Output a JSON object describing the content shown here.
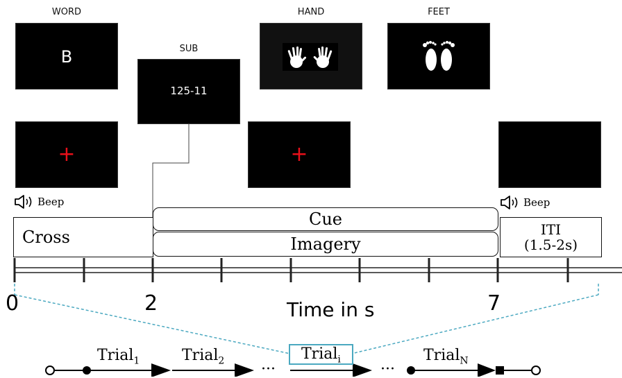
{
  "screens": {
    "word": {
      "label": "WORD",
      "content": "B"
    },
    "sub": {
      "label": "SUB",
      "content": "125-11"
    },
    "hand": {
      "label": "HAND"
    },
    "feet": {
      "label": "FEET"
    },
    "cross_symbol": "+"
  },
  "beep_label": "Beep",
  "phases": {
    "cross": "Cross",
    "cue": "Cue",
    "imagery": "Imagery",
    "iti": "ITI",
    "iti_range": "(1.5-2s)"
  },
  "axis": {
    "tick_labels": [
      "0",
      "2",
      "7"
    ],
    "title": "Time in s"
  },
  "trials": {
    "t1": "Trial",
    "t1_sub": "1",
    "t2": "Trial",
    "t2_sub": "2",
    "ti": "Trial",
    "ti_sub": "i",
    "tn": "Trial",
    "tn_sub": "N",
    "ellipsis": "···"
  },
  "colors": {
    "cross": "#e8101a",
    "highlight": "#4aa8c0"
  }
}
